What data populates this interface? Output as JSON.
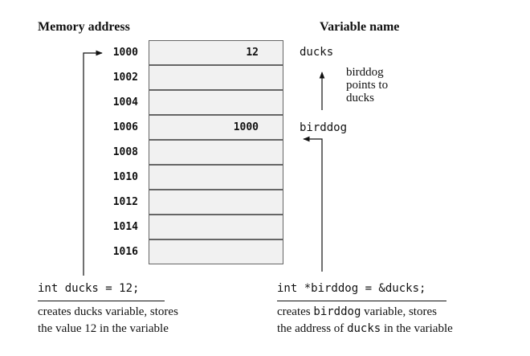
{
  "headers": {
    "memory_address": "Memory address",
    "variable_name": "Variable name"
  },
  "memory": {
    "addresses": [
      "1000",
      "1002",
      "1004",
      "1006",
      "1008",
      "1010",
      "1012",
      "1014",
      "1016"
    ],
    "values": [
      "12",
      "",
      "",
      "1000",
      "",
      "",
      "",
      "",
      ""
    ]
  },
  "variables": {
    "ducks": "ducks",
    "birddog": "birddog"
  },
  "annotation": {
    "line1": "birddog",
    "line2": "points to",
    "line3": "ducks"
  },
  "left_code": {
    "statement": "int ducks = 12;",
    "desc_line1": "creates ducks variable, stores",
    "desc_line2": "the value 12 in the variable"
  },
  "right_code": {
    "statement": "int *birddog = &ducks;",
    "desc_line1_pre": "creates ",
    "desc_line1_mono": "birddog",
    "desc_line1_post": " variable, stores",
    "desc_line2_pre": "the address of ",
    "desc_line2_mono": "ducks",
    "desc_line2_post": " in the variable"
  }
}
